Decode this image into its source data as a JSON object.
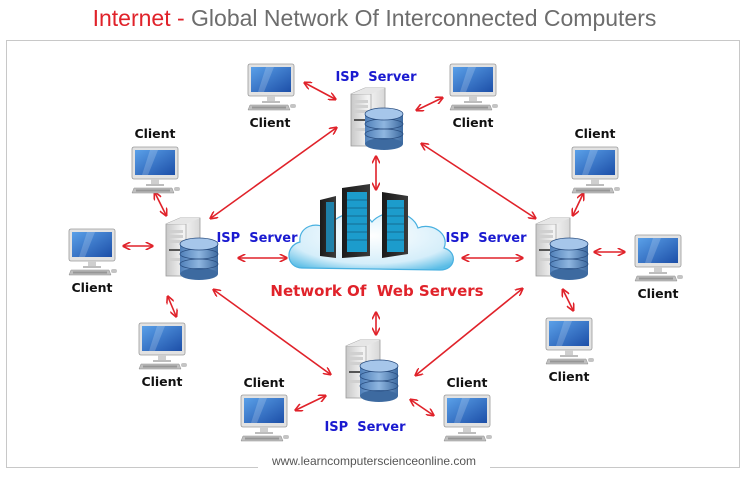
{
  "title": {
    "accent": "Internet - ",
    "rest": "Global Network Of Interconnected Computers"
  },
  "footer": "www.learncomputerscienceonline.com",
  "center": {
    "label": "Network Of  Web Servers",
    "icon": "cloud-server-rack-icon"
  },
  "isp_servers": [
    {
      "id": "top",
      "label": "ISP  Server",
      "clients": [
        "Client",
        "Client"
      ]
    },
    {
      "id": "left",
      "label": "ISP  Server",
      "clients": [
        "Client",
        "Client",
        "Client"
      ]
    },
    {
      "id": "right",
      "label": "ISP  Server",
      "clients": [
        "Client",
        "Client",
        "Client"
      ]
    },
    {
      "id": "bottom",
      "label": "ISP  Server",
      "clients": [
        "Client",
        "Client"
      ]
    }
  ],
  "colors": {
    "title_accent": "#e0222a",
    "title_text": "#6d6d6d",
    "arrow": "#e0222a",
    "isp_label": "#1a1ad0",
    "network_label": "#e0222a",
    "client_label": "#111111"
  }
}
